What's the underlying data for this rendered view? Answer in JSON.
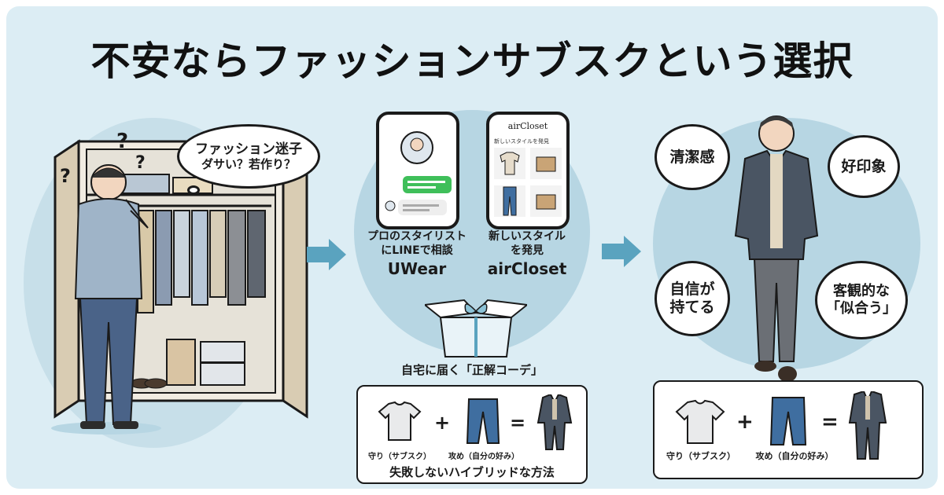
{
  "title": "不安ならファッションサブスクという選択",
  "left": {
    "thought_line1": "ファッション迷子",
    "thought_line2": "ダサい？若作り？"
  },
  "middle": {
    "uwear_desc_line1": "プロのスタイリスト",
    "uwear_desc_line2": "にLINEで相談",
    "uwear_name": "UWear",
    "aircloset_desc_line1": "新しいスタイル",
    "aircloset_desc_line2": "を発見",
    "aircloset_name": "airCloset",
    "aircloset_app_title": "airCloset",
    "aircloset_app_sub": "新しいスタイルを発見",
    "box_caption": "自宅に届く「正解コーデ」",
    "combo_label_left": "守り（サブスク）",
    "combo_label_right": "攻め（自分の好み）",
    "plus": "+",
    "equals": "=",
    "hybrid": "失敗しないハイブリッドな方法"
  },
  "right": {
    "bubble_clean": "清潔感",
    "bubble_impression": "好印象",
    "bubble_confidence_line1": "自信が",
    "bubble_confidence_line2": "持てる",
    "bubble_objective_line1": "客観的な",
    "bubble_objective_line2": "「似合う」",
    "combo_label_left": "守り（サブスク）",
    "combo_label_right": "攻め（自分の好み）",
    "plus": "+",
    "equals": "="
  },
  "colors": {
    "background": "#dcedf4",
    "circle": "#b7d6e3",
    "arrow": "#5aa3bf",
    "chat_green": "#3fbf5a",
    "denim": "#3f6ea0",
    "jacket": "#4a5563"
  }
}
